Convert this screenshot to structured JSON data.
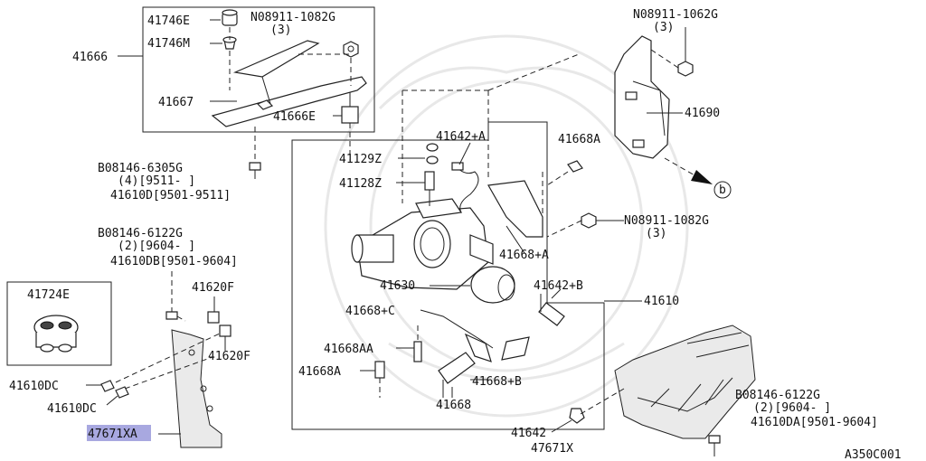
{
  "labels": {
    "p41746E": "41746E",
    "p41746M": "41746M",
    "n08911_1082G_top": "N08911-1082G",
    "q3_top": "(3)",
    "p41666": "41666",
    "p41667": "41667",
    "p41666E": "41666E",
    "p41129Z": "41129Z",
    "p41642A": "41642+A",
    "p41128Z": "41128Z",
    "b08146_6305G": "B08146-6305G",
    "q4_9511": "(4)[9511-    ]",
    "p41610D": "41610D[9501-9511]",
    "b08146_6122G_left": "B08146-6122G",
    "q2_9604_left": "(2)[9604-    ]",
    "p41610DB": "41610DB[9501-9604]",
    "p41724E": "41724E",
    "p41620F_a": "41620F",
    "p41620F_b": "41620F",
    "p41610DC_a": "41610DC",
    "p41610DC_b": "41610DC",
    "p47671XA": "47671XA",
    "n08911_1062G": "N08911-1062G",
    "q3_right": "(3)",
    "p41690": "41690",
    "circle_b": "b",
    "p41668A_top": "41668A",
    "n08911_1082G_mid": "N08911-1082G",
    "q3_mid": "(3)",
    "p41668A_plus": "41668+A",
    "p41630": "41630",
    "p41642B": "41642+B",
    "p41610": "41610",
    "p41668C": "41668+C",
    "p41668AA": "41668AA",
    "p41668A_bot": "41668A",
    "p41668B": "41668+B",
    "p41668": "41668",
    "p41642": "41642",
    "p47671X": "47671X",
    "b08146_6122G_right": "B08146-6122G",
    "q2_9604_right": "(2)[9604-    ]",
    "p41610DA": "41610DA[9501-9604]",
    "code": "A350C001"
  },
  "colors": {
    "highlight": "#a8a8e0",
    "line": "#222222"
  }
}
